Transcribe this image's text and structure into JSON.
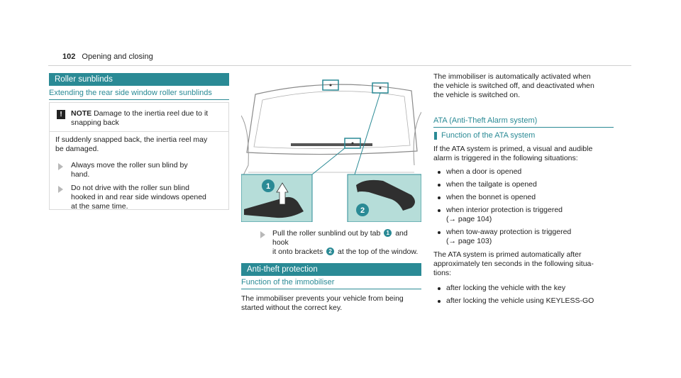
{
  "header": {
    "page_number": "102",
    "title": "Opening and closing"
  },
  "left": {
    "section_title": "Roller sunblinds",
    "subsection_title": "Extending the rear side window roller sunblinds",
    "notice": {
      "label": "NOTE",
      "text_line1": "Damage to the inertia reel due to it",
      "text_line2": "snapping back",
      "body_line1": "If suddenly snapped back, the inertia reel may",
      "body_line2": "be damaged.",
      "step1_line1": "Always move the roller sun blind by",
      "step1_line2": "hand.",
      "step2_line1": "Do not drive with the roller sun blind",
      "step2_line2": "hooked in and rear side windows opened",
      "step2_line3": "at the same time."
    }
  },
  "middle": {
    "figure": {
      "callout_1": "1",
      "callout_2": "2"
    },
    "step_line1_a": "Pull the roller sunblind out by tab",
    "step_line1_b": "and hook",
    "step_line2_a": "it onto brackets",
    "step_line2_b": "at the top of the window.",
    "callout_1": "1",
    "callout_2": "2",
    "section_title": "Anti-theft protection",
    "subsection_title": "Function of the immobiliser",
    "body_line1": "The immobiliser prevents your vehicle from being",
    "body_line2": "started without the correct key."
  },
  "right": {
    "intro_line1": "The immobiliser is automatically activated when",
    "intro_line2": "the vehicle is switched off, and deactivated when",
    "intro_line3": "the vehicle is switched on.",
    "subsection_title": "ATA (Anti-Theft Alarm system)",
    "function_title": "Function of the ATA system",
    "para1_line1": "If the ATA system is primed, a visual and audible",
    "para1_line2": "alarm is triggered in the following situations:",
    "bullets": [
      "when a door is opened",
      "when the tailgate is opened",
      "when the bonnet is opened",
      "when interior protection is triggered",
      "(→ page 104)",
      "when tow-away protection is triggered",
      "(→ page 103)"
    ],
    "para2_line1": "The ATA system is primed automatically after",
    "para2_line2": "approximately ten seconds in the following situa-",
    "para2_line3": "tions:",
    "bullets2": [
      "after locking the vehicle with the key",
      "after locking the vehicle using KEYLESS-GO"
    ]
  },
  "colors": {
    "accent": "#2a8a95",
    "figure_panel": "#b6ddd9"
  }
}
